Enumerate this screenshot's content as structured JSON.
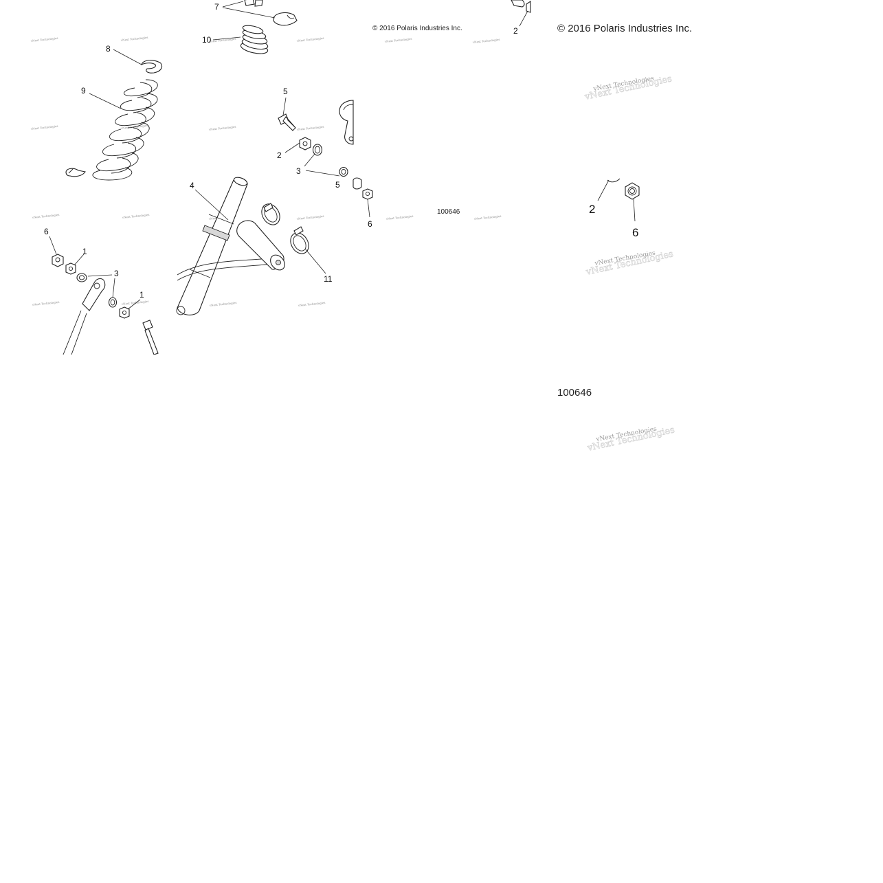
{
  "diagram": {
    "left_panel": {
      "copyright": "© 2016 Polaris Industries Inc.",
      "figure_number": "100646",
      "callouts": {
        "c7": "7",
        "c10": "10",
        "c8": "8",
        "c9": "9",
        "c5a": "5",
        "c2a": "2",
        "c3a": "3",
        "c5b": "5",
        "c6a": "6",
        "c4": "4",
        "c11": "11",
        "c6b": "6",
        "c1a": "1",
        "c3b": "3",
        "c1b": "1",
        "c2top": "2"
      },
      "watermark": "vNext Technologies"
    },
    "right_panel": {
      "copyright": "© 2016 Polaris Industries Inc.",
      "figure_number": "100646",
      "callouts": {
        "c2": "2",
        "c6": "6"
      },
      "watermark_line1": "vNext Technologies",
      "watermark_line2": "vNext Technologies"
    }
  }
}
